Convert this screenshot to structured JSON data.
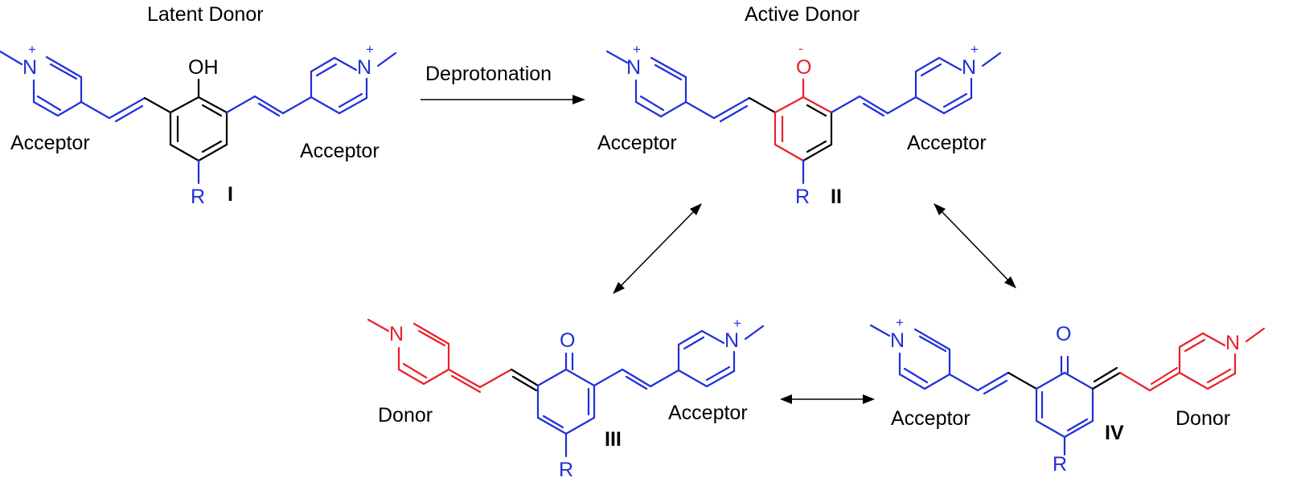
{
  "colors": {
    "acceptor": "#1f2fd9",
    "donor": "#e8202a",
    "neutral": "#000000"
  },
  "structure_I": {
    "title": "Latent Donor",
    "numeral": "I",
    "left_label": "Acceptor",
    "right_label": "Acceptor",
    "substituent": "R",
    "hydroxyl": "OH",
    "nitrogen_left": "N",
    "nitrogen_right": "N",
    "charge_left": "+",
    "charge_right": "+"
  },
  "reaction": {
    "arrow_label": "Deprotonation"
  },
  "structure_II": {
    "title": "Active Donor",
    "numeral": "II",
    "left_label": "Acceptor",
    "right_label": "Acceptor",
    "substituent": "R",
    "oxygen": "O",
    "oxygen_charge": "-",
    "nitrogen_left": "N",
    "nitrogen_right": "N",
    "charge_left": "+",
    "charge_right": "+"
  },
  "structure_III": {
    "numeral": "III",
    "left_label": "Donor",
    "right_label": "Acceptor",
    "substituent": "R",
    "oxygen": "O",
    "nitrogen_left": "N",
    "nitrogen_right": "N",
    "charge_right": "+"
  },
  "structure_IV": {
    "numeral": "IV",
    "left_label": "Acceptor",
    "right_label": "Donor",
    "substituent": "R",
    "oxygen": "O",
    "nitrogen_left": "N",
    "nitrogen_right": "N",
    "charge_left": "+"
  }
}
